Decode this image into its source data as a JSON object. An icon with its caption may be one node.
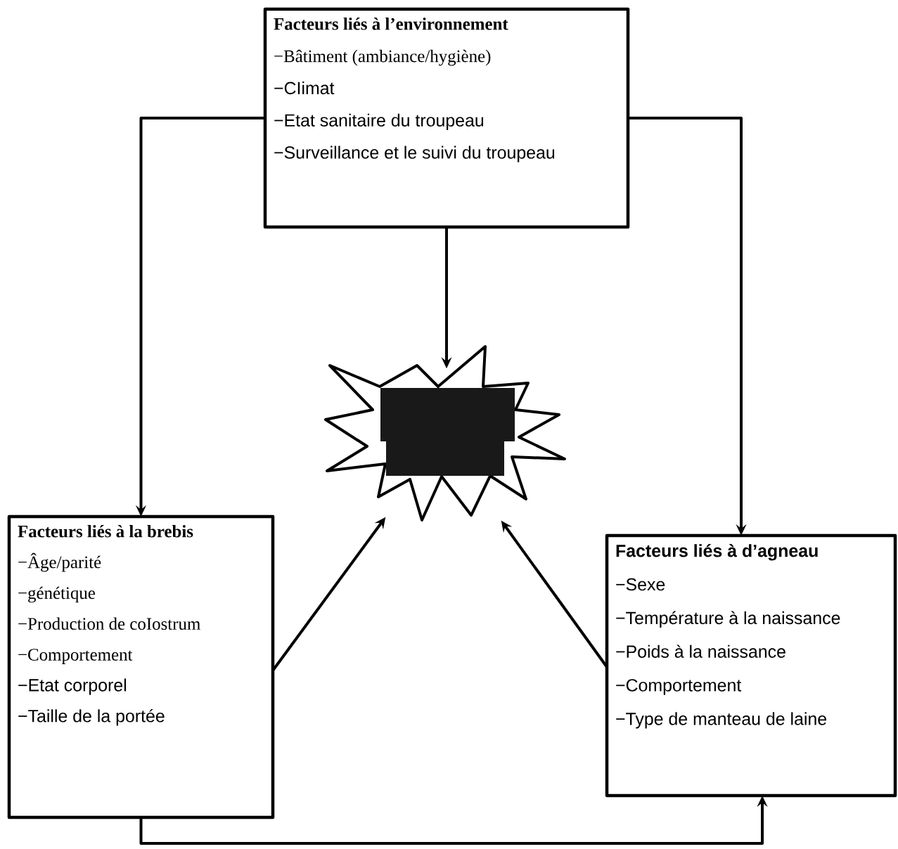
{
  "diagram": {
    "nodes": [
      {
        "text": [
          "Facteurs liés à l’environnement",
          "−Bâtiment (ambiance/hygiène)",
          "−CIimat",
          "−Etat sanitaire du troupeau",
          "−Surveillance et le suivi du troupeau"
        ]
      },
      {
        "text": [],
        "shape": "starburst"
      },
      {
        "text": [
          "Facteurs liés à la brebis",
          "−Âge/parité",
          "−génétique",
          "−Production de coIostrum",
          "−Comportement",
          "−Etat corporel",
          "−Taille de la portée"
        ]
      },
      {
        "text": [
          "Facteurs liés à d’agneau",
          "−Sexe",
          "−Température à la naissance",
          "−Poids à la naissance",
          "−Comportement",
          "−Type de manteau de laine"
        ]
      }
    ],
    "edges": [
      {
        "from": 0,
        "to": 1,
        "arrow": "to"
      },
      {
        "from": 0,
        "to": 2,
        "arrow": "to"
      },
      {
        "from": 0,
        "to": 3,
        "arrow": "to"
      },
      {
        "from": 2,
        "to": 1,
        "arrow": "to"
      },
      {
        "from": 3,
        "to": 1,
        "arrow": "to"
      },
      {
        "from": 2,
        "to": 3,
        "arrow": "to"
      }
    ]
  }
}
